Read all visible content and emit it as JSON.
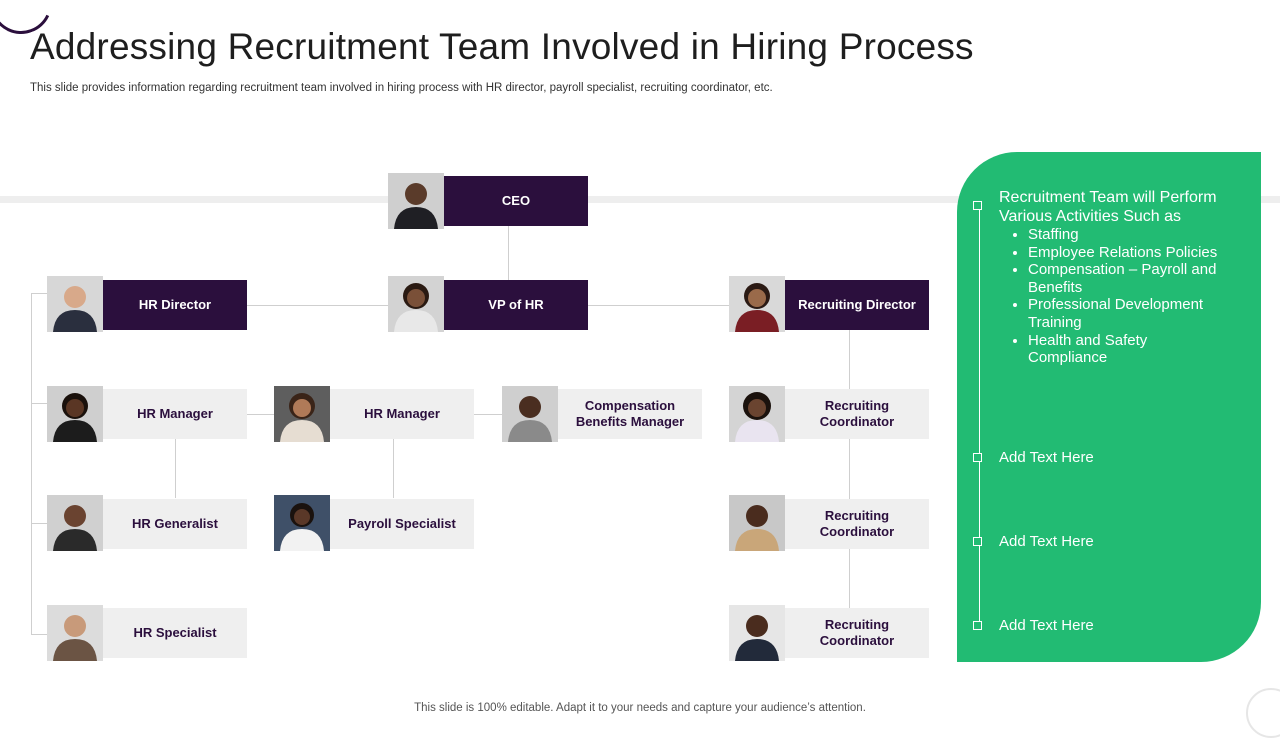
{
  "slide": {
    "title": "Addressing Recruitment Team Involved in Hiring Process",
    "subtitle": "This slide provides information regarding recruitment team involved in hiring process with HR director, payroll specialist, recruiting coordinator, etc.",
    "footer": "This slide is 100% editable. Adapt it to your needs and capture your audience’s attention."
  },
  "colors": {
    "primary": "#2b0f3d",
    "accent": "#22bb73",
    "light_box": "#efefef",
    "connector": "#cfcfcf"
  },
  "org": {
    "ceo": "CEO",
    "hr_director": "HR Director",
    "vp_hr": "VP of HR",
    "recruiting_director": "Recruiting Director",
    "hr_manager_1": "HR Manager",
    "hr_manager_2": "HR Manager",
    "comp_manager": "Compensation Benefits Manager",
    "recruiting_coordinator_1": "Recruiting Coordinator",
    "recruiting_coordinator_2": "Recruiting Coordinator",
    "recruiting_coordinator_3": "Recruiting Coordinator",
    "hr_generalist": "HR Generalist",
    "payroll_specialist": "Payroll Specialist",
    "hr_specialist": "HR Specialist"
  },
  "panel": {
    "heading": "Recruitment Team will Perform Various Activities Such as",
    "items": [
      "Staffing",
      "Employee Relations Policies",
      "Compensation – Payroll and Benefits",
      "Professional Development Training",
      "Health and Safety Compliance"
    ],
    "add_text_1": "Add Text Here",
    "add_text_2": "Add Text Here",
    "add_text_3": "Add Text Here"
  }
}
